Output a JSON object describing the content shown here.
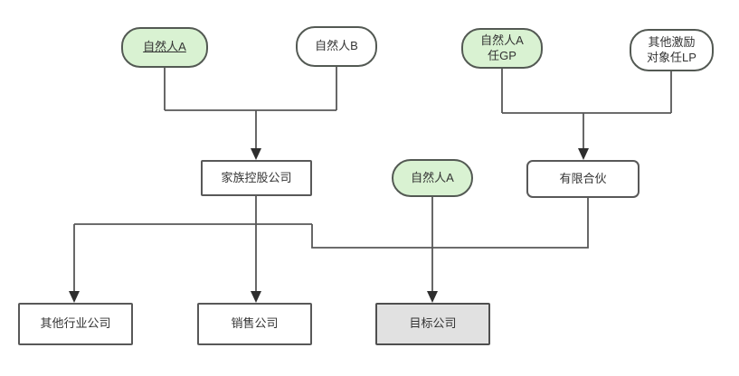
{
  "diagram": {
    "type": "org-equity-structure-flowchart",
    "colors": {
      "background": "#ffffff",
      "green_node_fill": "#d9f2d2",
      "white_node_fill": "#ffffff",
      "gray_node_fill": "#e1e1e1",
      "node_border": "#535953",
      "connector_line": "#575757",
      "arrowhead": "#2e2e2e",
      "text": "#333333"
    },
    "nodes": {
      "natural_person_a_top": {
        "label": "自然人A",
        "shape": "pill",
        "fill": "green",
        "underlined": true
      },
      "natural_person_b": {
        "label": "自然人B",
        "shape": "pill",
        "fill": "white"
      },
      "natural_person_a_gp": {
        "label": "自然人A\n任GP",
        "shape": "pill",
        "fill": "green"
      },
      "other_incentive_lp": {
        "label": "其他激励\n对象任LP",
        "shape": "pill",
        "fill": "white"
      },
      "family_holding": {
        "label": "家族控股公司",
        "shape": "rect",
        "fill": "white"
      },
      "natural_person_a_mid": {
        "label": "自然人A",
        "shape": "pill",
        "fill": "green"
      },
      "limited_partnership": {
        "label": "有限合伙",
        "shape": "rounded-rect",
        "fill": "white"
      },
      "other_industry_co": {
        "label": "其他行业公司",
        "shape": "rect",
        "fill": "white"
      },
      "sales_co": {
        "label": "销售公司",
        "shape": "rect",
        "fill": "white"
      },
      "target_co": {
        "label": "目标公司",
        "shape": "rect",
        "fill": "gray"
      }
    },
    "edges": [
      {
        "from": "natural_person_a_top",
        "to": "family_holding",
        "arrow": true
      },
      {
        "from": "natural_person_b",
        "to": "family_holding",
        "arrow": true
      },
      {
        "from": "natural_person_a_gp",
        "to": "limited_partnership",
        "arrow": true
      },
      {
        "from": "other_incentive_lp",
        "to": "limited_partnership",
        "arrow": true
      },
      {
        "from": "family_holding",
        "to": "other_industry_co",
        "arrow": true
      },
      {
        "from": "family_holding",
        "to": "sales_co",
        "arrow": true
      },
      {
        "from": "limited_partnership",
        "to": "family_holding_bus",
        "arrow": false
      },
      {
        "from": "natural_person_a_mid",
        "to": "target_co",
        "arrow": true
      }
    ]
  }
}
